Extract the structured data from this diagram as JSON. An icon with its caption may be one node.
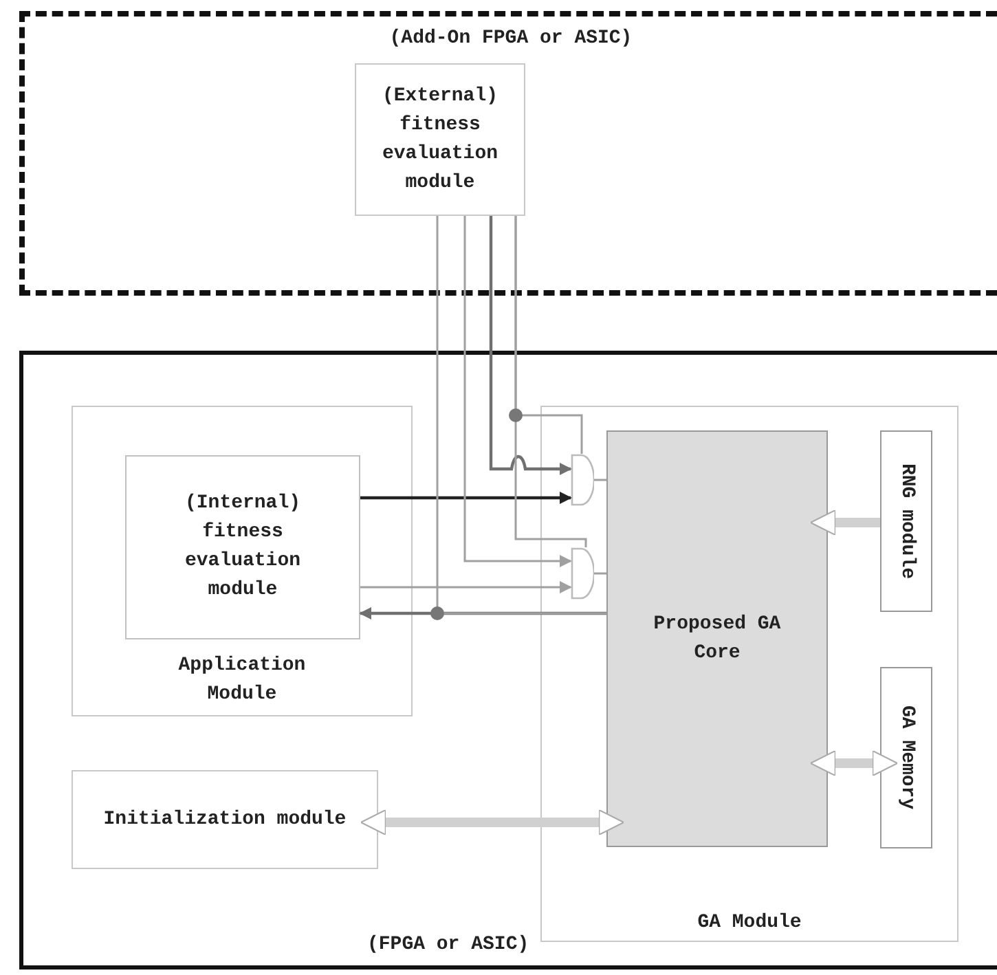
{
  "diagram": {
    "nodes": [
      {
        "text": [
          "(Add-On FPGA or ASIC)"
        ]
      },
      {
        "text": [
          "(External) fitness evaluation module"
        ],
        "in": 0
      },
      {
        "text": [
          "(FPGA or ASIC)"
        ]
      },
      {
        "text": [
          "Application Module"
        ],
        "in": 2
      },
      {
        "text": [
          "(Internal) fitness evaluation module"
        ],
        "in": 3
      },
      {
        "text": [
          "GA Module"
        ],
        "in": 2
      },
      {
        "text": [
          "Proposed GA Core"
        ],
        "in": 5
      },
      {
        "text": [
          "RNG module"
        ],
        "in": 5
      },
      {
        "text": [
          "GA Memory"
        ],
        "in": 5
      },
      {
        "text": [
          "Initialization module"
        ],
        "in": 2
      },
      {
        "text": [],
        "shape": "gate",
        "in": 5
      },
      {
        "text": [],
        "shape": "gate",
        "in": 5
      }
    ],
    "edges": [
      {
        "from": 1,
        "to": 10,
        "arrow": "to",
        "color": "#707070"
      },
      {
        "from": 4,
        "to": 10,
        "arrow": "to",
        "color": "#222222"
      },
      {
        "from": 1,
        "to": 11,
        "arrow": "to"
      },
      {
        "from": 4,
        "to": 11,
        "arrow": "to"
      },
      {
        "from": 1,
        "to": 10,
        "arrow": "none"
      },
      {
        "from": 1,
        "to": 11,
        "arrow": "none"
      },
      {
        "from": 10,
        "to": 6,
        "arrow": "none"
      },
      {
        "from": 11,
        "to": 6,
        "arrow": "none"
      },
      {
        "from": 6,
        "to": 4,
        "arrow": "to",
        "color": "#707070"
      },
      {
        "from": 6,
        "to": 1,
        "arrow": "none"
      },
      {
        "from": 7,
        "to": 6,
        "arrow": "to",
        "style": "thick"
      },
      {
        "from": 8,
        "to": 6,
        "arrow": "both",
        "style": "thick"
      },
      {
        "from": 9,
        "to": 6,
        "arrow": "both",
        "style": "thick"
      }
    ]
  }
}
